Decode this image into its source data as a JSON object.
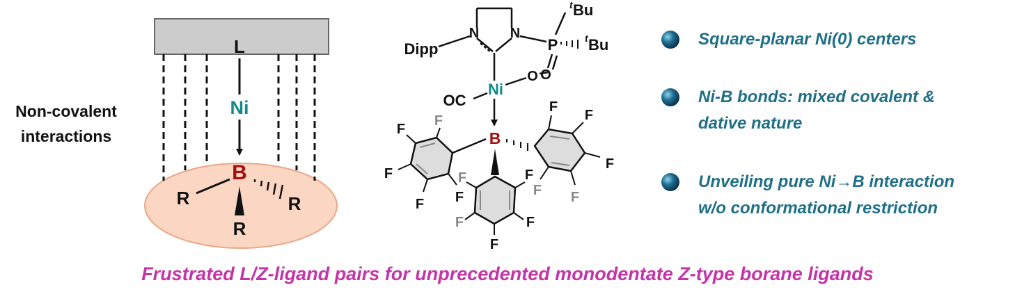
{
  "left_panel": {
    "side_label_line1": "Non-covalent",
    "side_label_line2": "interactions",
    "ligand_L": "L",
    "metal": "Ni",
    "boron": "B",
    "substituent": "R"
  },
  "structure": {
    "dipp": "Dipp",
    "n_left": "N",
    "n_right": "N",
    "p": "P",
    "tbu": "Bu",
    "tbu_prefix": "t",
    "o_carbonyl": "O",
    "o_phosphine": "O",
    "ni": "Ni",
    "oc": "OC",
    "b": "B",
    "fluorine": "F"
  },
  "bullets": [
    {
      "lines": [
        "Square-planar Ni(0) centers"
      ]
    },
    {
      "lines": [
        "Ni-B bonds: mixed covalent &",
        "dative nature"
      ]
    },
    {
      "lines": [
        "Unveiling pure Ni→B interaction",
        "w/o conformational restriction"
      ]
    }
  ],
  "footer": "Frustrated L/Z-ligand pairs for unprecedented monodentate Z-type borane ligands",
  "colors": {
    "nickel": "#138a8a",
    "boron": "#a50f0f",
    "bullet_text": "#1f6f87",
    "footer_text": "#c433a8",
    "substrate_ellipse": "#fbd6c2",
    "support_block": "#cccccc"
  }
}
